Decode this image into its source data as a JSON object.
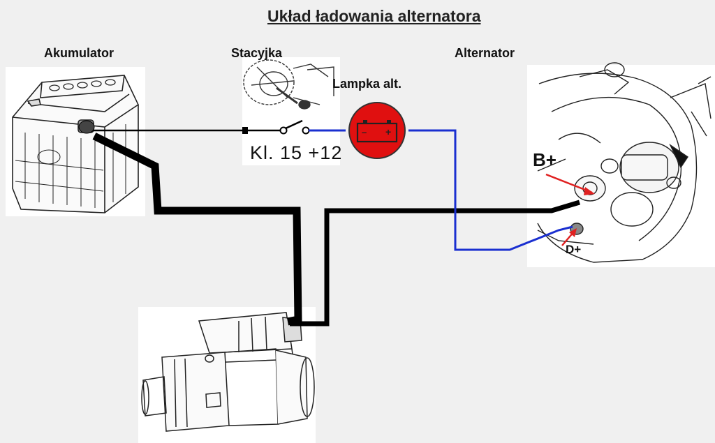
{
  "title": "Układ ładowania alternatora",
  "labels": {
    "battery": "Akumulator",
    "ignition_switch": "Stacyjka",
    "charge_lamp": "Lampka alt.",
    "alternator": "Alternator",
    "terminal_note": "Kl. 15 +12",
    "b_plus": "B+",
    "d_plus": "D+"
  },
  "lamp_symbols": {
    "minus": "–",
    "plus": "+"
  },
  "colors": {
    "background": "#f0f0f0",
    "lamp_red": "#e01010",
    "signal_wire_blue": "#1a2fd0",
    "power_cable": "#000000",
    "arrow_red": "#e02020"
  },
  "icons": [
    "battery-icon",
    "ignition-key-icon",
    "charge-lamp-icon",
    "alternator-icon",
    "starter-motor-icon"
  ]
}
